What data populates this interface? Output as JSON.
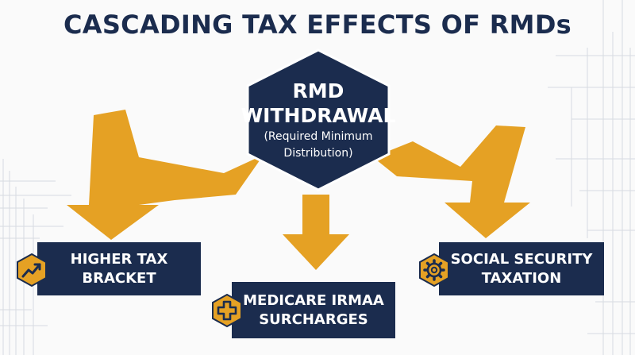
{
  "title": "CASCADING TAX EFFECTS OF RMDs",
  "center": {
    "title_line1": "RMD",
    "title_line2": "WITHDRAWAL",
    "sub_line1": "(Required Minimum",
    "sub_line2": "Distribution)"
  },
  "effects": [
    {
      "line1": "HIGHER TAX",
      "line2": "BRACKET",
      "icon": "trending-up-icon"
    },
    {
      "line1": "MEDICARE IRMAA",
      "line2": "SURCHARGES",
      "icon": "medical-cross-icon"
    },
    {
      "line1": "SOCIAL SECURITY",
      "line2": "TAXATION",
      "icon": "gear-icon"
    }
  ],
  "colors": {
    "navy": "#1b2c4e",
    "gold": "#e5a124",
    "background": "#fafafa"
  }
}
